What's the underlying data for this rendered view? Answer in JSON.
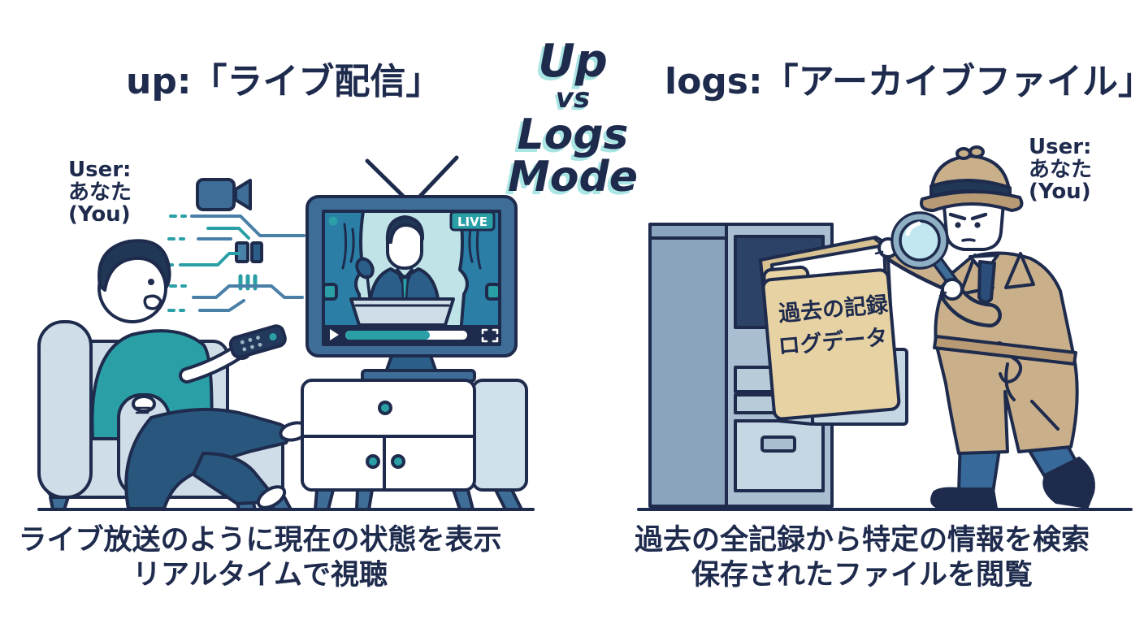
{
  "colors": {
    "navy": "#1e2b4d",
    "teal": "#2aa0a6",
    "steel_blue": "#3e6e97",
    "curtain_blue": "#2b7fa6",
    "screen_cyan": "#bfe3e6",
    "sofa_gray_blue": "#cfdde8",
    "tan": "#c9b08a",
    "folder_tan": "#e7d2a4",
    "title_shadow": "#a9e6e3",
    "background": "#ffffff"
  },
  "header": {
    "left_title": "up:「ライブ配信」",
    "center_title": {
      "line1": "Up",
      "line2": "vs",
      "line3": "Logs Mode"
    },
    "right_title": "logs:「アーカイブファイル」"
  },
  "left_scene": {
    "user_label": {
      "line1": "User:",
      "line2": "あなた",
      "line3": "(You)"
    },
    "tv": {
      "live_badge": "LIVE"
    },
    "icons": [
      "video-camera-icon",
      "circuit-data-lines",
      "live-badge",
      "play-icon",
      "progress-bar",
      "fullscreen-icon"
    ],
    "caption": {
      "line1": "ライブ放送のように現在の状態を表示",
      "line2": "リアルタイムで視聴"
    }
  },
  "right_scene": {
    "user_label": {
      "line1": "User:",
      "line2": "あなた",
      "line3": "(You)"
    },
    "folder_label": {
      "line1": "過去の記録",
      "line2": "ログデータ"
    },
    "icons": [
      "filing-cabinet",
      "archive-folder",
      "magnifying-glass-icon",
      "detective-figure"
    ],
    "caption": {
      "line1": "過去の全記録から特定の情報を検索",
      "line2": "保存されたファイルを閲覧"
    }
  }
}
